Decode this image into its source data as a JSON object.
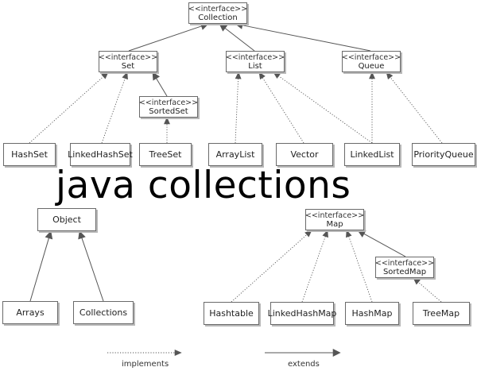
{
  "title": "java collections",
  "stereotype": "<<interface>>",
  "nodes": [
    {
      "id": "collection",
      "label": "Collection",
      "interface": true
    },
    {
      "id": "set",
      "label": "Set",
      "interface": true
    },
    {
      "id": "list",
      "label": "List",
      "interface": true
    },
    {
      "id": "queue",
      "label": "Queue",
      "interface": true
    },
    {
      "id": "sortedset",
      "label": "SortedSet",
      "interface": true
    },
    {
      "id": "hashset",
      "label": "HashSet",
      "interface": false
    },
    {
      "id": "linkedhashset",
      "label": "LinkedHashSet",
      "interface": false
    },
    {
      "id": "treeset",
      "label": "TreeSet",
      "interface": false
    },
    {
      "id": "arraylist",
      "label": "ArrayList",
      "interface": false
    },
    {
      "id": "vector",
      "label": "Vector",
      "interface": false
    },
    {
      "id": "linkedlist",
      "label": "LinkedList",
      "interface": false
    },
    {
      "id": "priorityqueue",
      "label": "PriorityQueue",
      "interface": false
    },
    {
      "id": "object",
      "label": "Object",
      "interface": false
    },
    {
      "id": "arrays",
      "label": "Arrays",
      "interface": false
    },
    {
      "id": "collections",
      "label": "Collections",
      "interface": false
    },
    {
      "id": "map",
      "label": "Map",
      "interface": true
    },
    {
      "id": "sortedmap",
      "label": "SortedMap",
      "interface": true
    },
    {
      "id": "hashtable",
      "label": "Hashtable",
      "interface": false
    },
    {
      "id": "linkedhashmap",
      "label": "LinkedHashMap",
      "interface": false
    },
    {
      "id": "hashmap",
      "label": "HashMap",
      "interface": false
    },
    {
      "id": "treemap",
      "label": "TreeMap",
      "interface": false
    }
  ],
  "edges": [
    {
      "from": "set",
      "to": "collection",
      "kind": "extends"
    },
    {
      "from": "list",
      "to": "collection",
      "kind": "extends"
    },
    {
      "from": "queue",
      "to": "collection",
      "kind": "extends"
    },
    {
      "from": "sortedset",
      "to": "set",
      "kind": "extends"
    },
    {
      "from": "hashset",
      "to": "set",
      "kind": "implements"
    },
    {
      "from": "linkedhashset",
      "to": "set",
      "kind": "implements"
    },
    {
      "from": "treeset",
      "to": "sortedset",
      "kind": "implements"
    },
    {
      "from": "arraylist",
      "to": "list",
      "kind": "implements"
    },
    {
      "from": "vector",
      "to": "list",
      "kind": "implements"
    },
    {
      "from": "linkedlist",
      "to": "list",
      "kind": "implements"
    },
    {
      "from": "linkedlist",
      "to": "queue",
      "kind": "implements"
    },
    {
      "from": "priorityqueue",
      "to": "queue",
      "kind": "implements"
    },
    {
      "from": "arrays",
      "to": "object",
      "kind": "extends"
    },
    {
      "from": "collections",
      "to": "object",
      "kind": "extends"
    },
    {
      "from": "sortedmap",
      "to": "map",
      "kind": "extends"
    },
    {
      "from": "hashtable",
      "to": "map",
      "kind": "implements"
    },
    {
      "from": "linkedhashmap",
      "to": "map",
      "kind": "implements"
    },
    {
      "from": "hashmap",
      "to": "map",
      "kind": "implements"
    },
    {
      "from": "treemap",
      "to": "sortedmap",
      "kind": "implements"
    }
  ],
  "legend": {
    "implements": "implements",
    "extends": "extends"
  },
  "colors": {
    "line": "#555555",
    "border": "#6a6a6a",
    "shadow": "#b8b8b8"
  }
}
